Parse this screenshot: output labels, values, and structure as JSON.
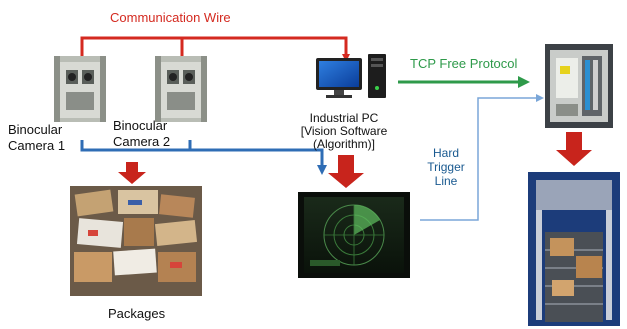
{
  "labels": {
    "communication_wire": "Communication Wire",
    "tcp_protocol": "TCP Free Protocol",
    "camera1_line1": "Binocular",
    "camera1_line2": "Camera 1",
    "camera2_line1": "Binocular",
    "camera2_line2": "Camera 2",
    "pc_line1": "Industrial PC",
    "pc_line2": "[Vision Software",
    "pc_line3": "(Algorithm)]",
    "trigger_line1": "Hard",
    "trigger_line2": "Trigger",
    "trigger_line3": "Line",
    "packages": "Packages"
  },
  "colors": {
    "communication_wire": "#d42a20",
    "tcp_link": "#2e9a4a",
    "camera_link": "#2f6db5",
    "trigger_line": "#7aa6d8",
    "flow_arrow": "#c8241c"
  },
  "icons": {
    "camera": "binocular-camera-photo",
    "pc": "industrial-pc-icon",
    "screen": "radar-display-screen",
    "packages": "parcel-pile-photo",
    "sorter": "sorting-machine-photo",
    "conveyor": "conveyor-photo"
  }
}
